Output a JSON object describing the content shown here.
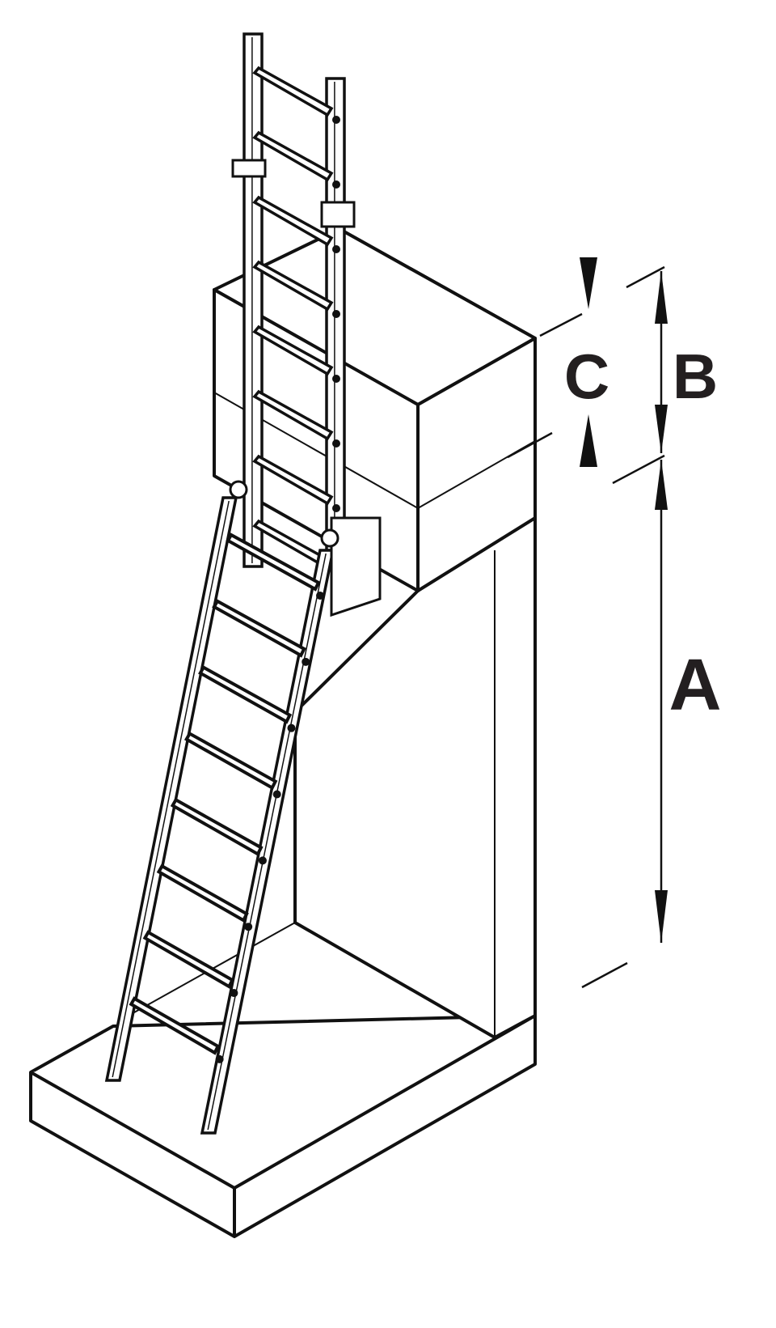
{
  "diagram": {
    "dimension_labels": {
      "a": "A",
      "b": "B",
      "c": "C"
    },
    "colors": {
      "line": "#111111",
      "label": "#231f20",
      "background": "#ffffff"
    }
  }
}
